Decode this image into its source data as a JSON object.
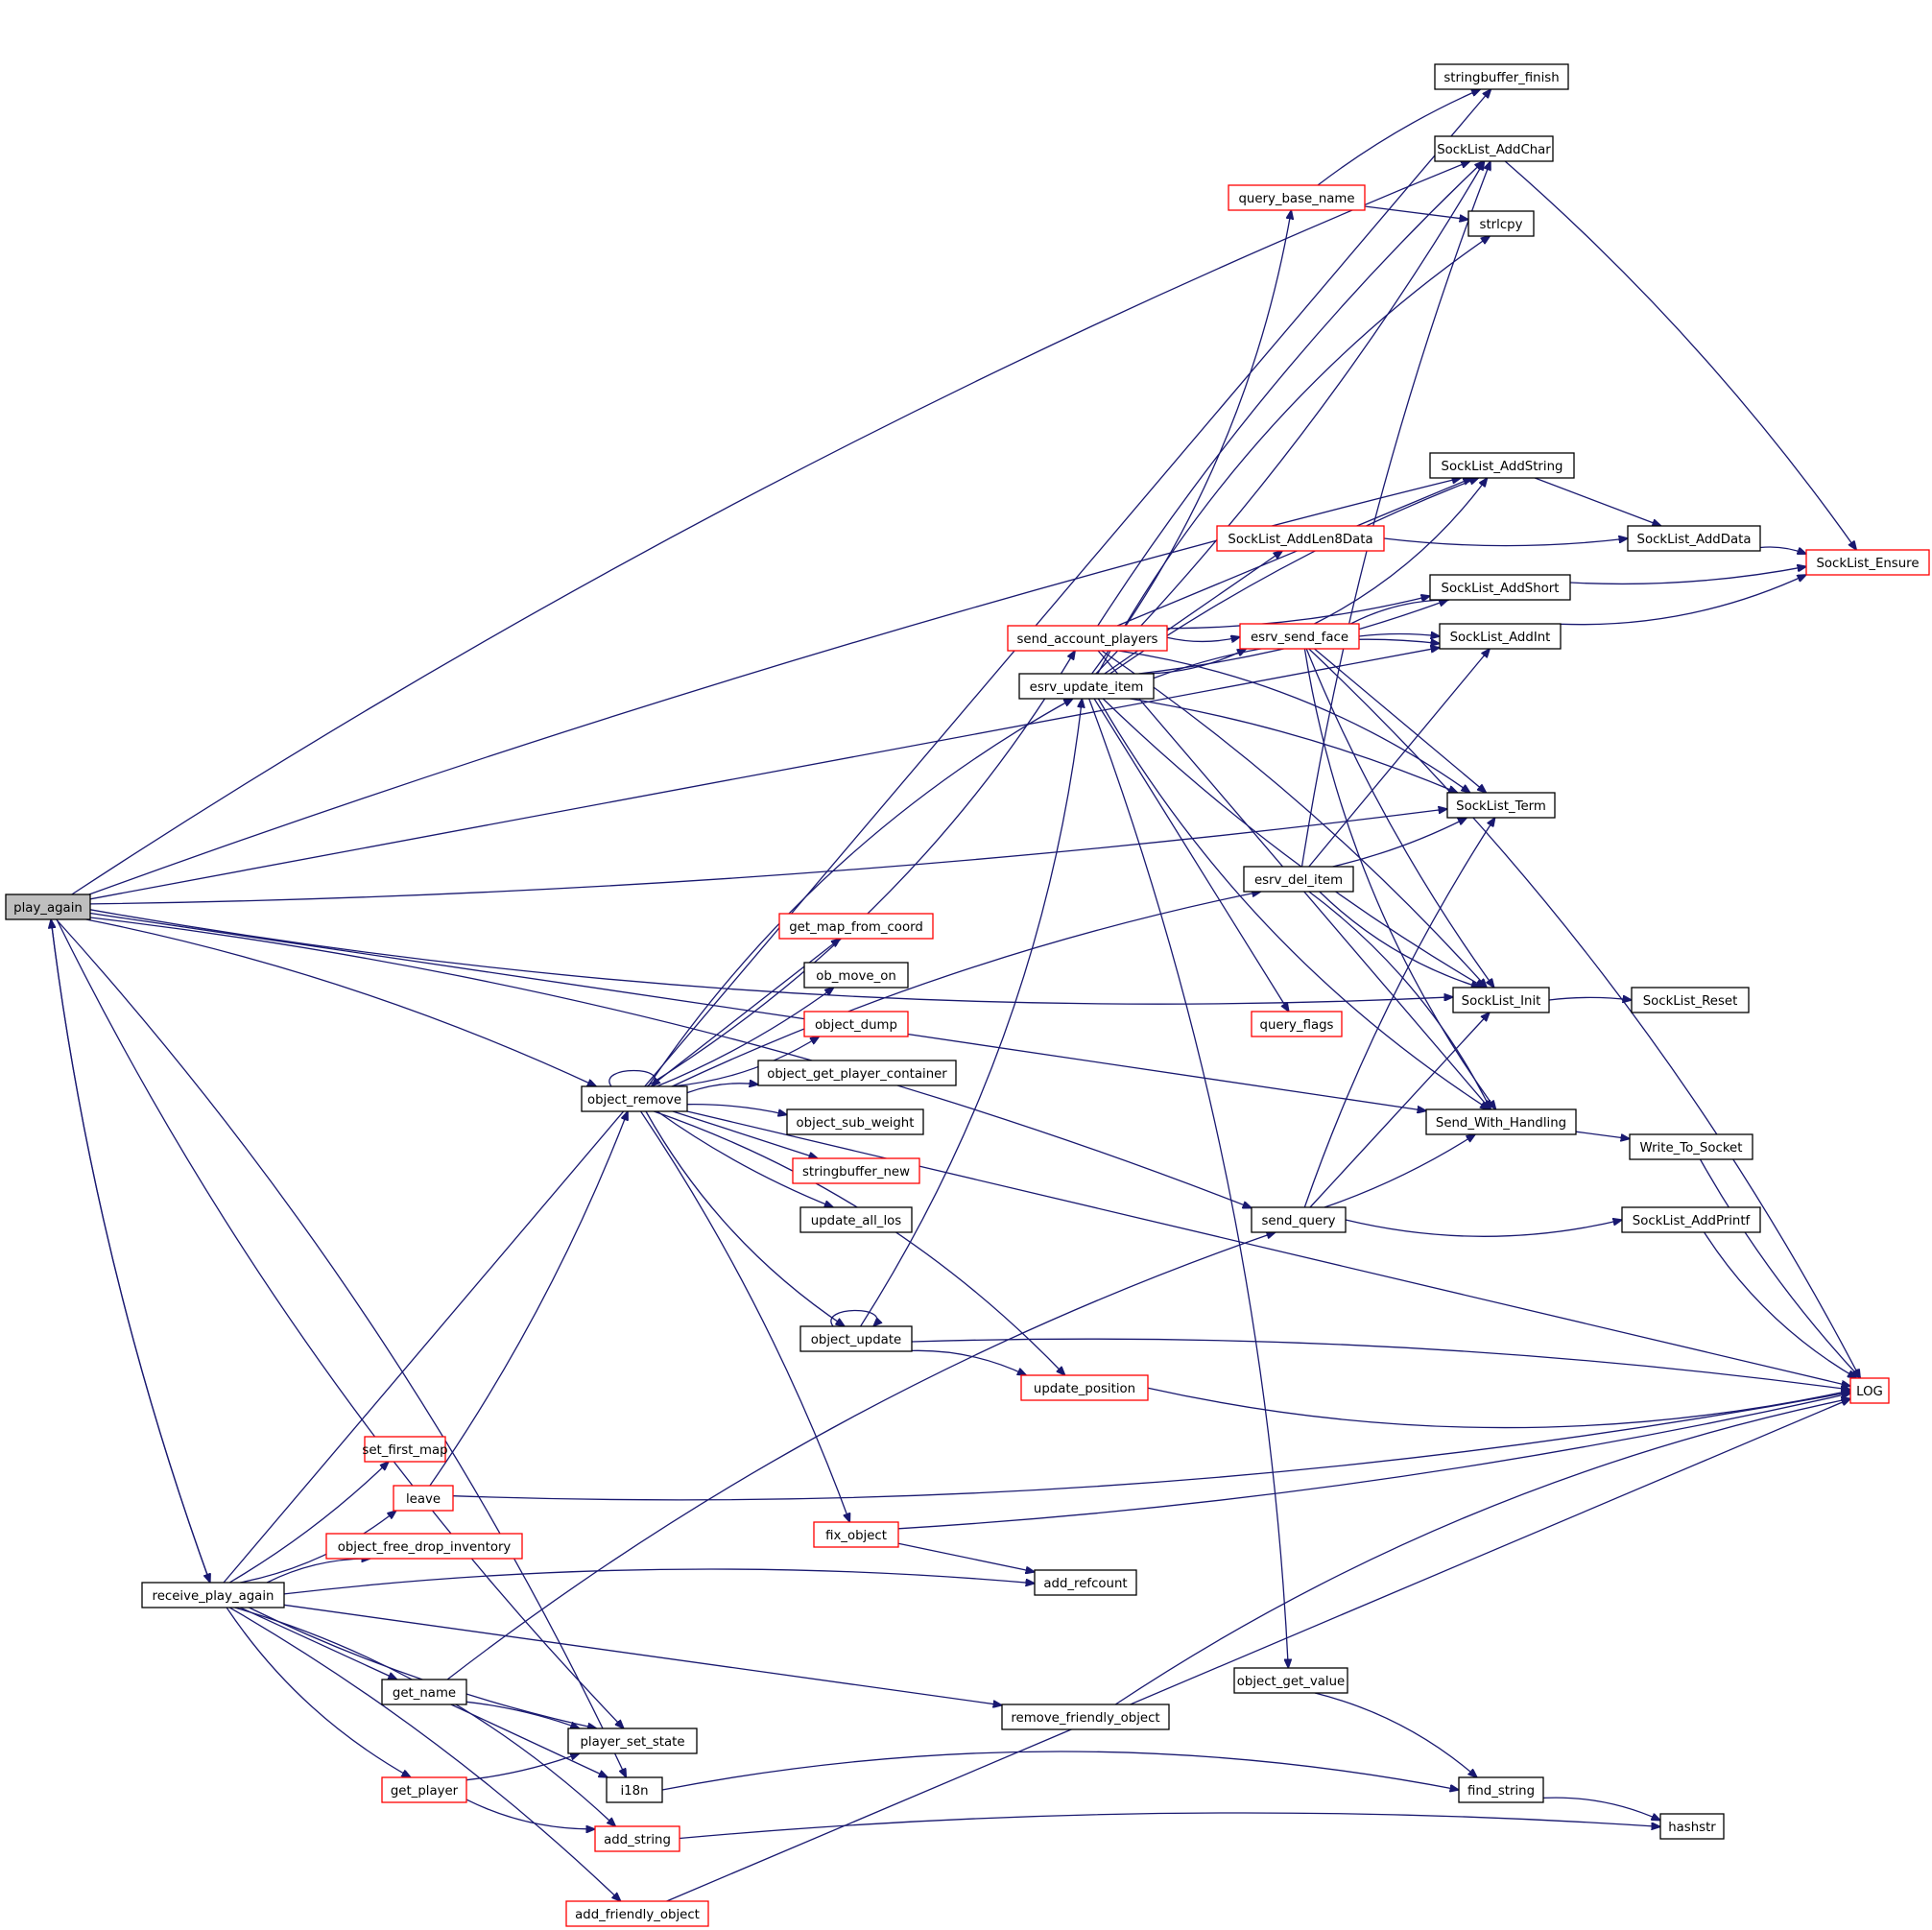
{
  "graph": {
    "kind": "call-graph",
    "colors": {
      "edge": "#191970",
      "node_border": "#000000",
      "truncated_node_border": "#ff0000",
      "root_fill": "#bfbfbf",
      "node_fill": "#ffffff"
    },
    "nodes": [
      {
        "id": "play_again",
        "label": "play_again",
        "style": "root"
      },
      {
        "id": "receive_play_again",
        "label": "receive_play_again",
        "style": "normal"
      },
      {
        "id": "object_remove",
        "label": "object_remove",
        "style": "normal"
      },
      {
        "id": "set_first_map",
        "label": "set_first_map",
        "style": "truncated"
      },
      {
        "id": "leave",
        "label": "leave",
        "style": "truncated"
      },
      {
        "id": "object_free_drop_inventory",
        "label": "object_free_drop_inventory",
        "style": "truncated"
      },
      {
        "id": "get_name",
        "label": "get_name",
        "style": "normal"
      },
      {
        "id": "player_set_state",
        "label": "player_set_state",
        "style": "normal"
      },
      {
        "id": "get_player",
        "label": "get_player",
        "style": "truncated"
      },
      {
        "id": "i18n",
        "label": "i18n",
        "style": "normal"
      },
      {
        "id": "add_string",
        "label": "add_string",
        "style": "truncated"
      },
      {
        "id": "add_friendly_object",
        "label": "add_friendly_object",
        "style": "truncated"
      },
      {
        "id": "get_map_from_coord",
        "label": "get_map_from_coord",
        "style": "truncated"
      },
      {
        "id": "ob_move_on",
        "label": "ob_move_on",
        "style": "normal"
      },
      {
        "id": "object_dump",
        "label": "object_dump",
        "style": "truncated"
      },
      {
        "id": "object_get_player_container",
        "label": "object_get_player_container",
        "style": "normal"
      },
      {
        "id": "object_sub_weight",
        "label": "object_sub_weight",
        "style": "normal"
      },
      {
        "id": "stringbuffer_new",
        "label": "stringbuffer_new",
        "style": "truncated"
      },
      {
        "id": "update_all_los",
        "label": "update_all_los",
        "style": "normal"
      },
      {
        "id": "object_update",
        "label": "object_update",
        "style": "normal"
      },
      {
        "id": "fix_object",
        "label": "fix_object",
        "style": "truncated"
      },
      {
        "id": "add_refcount",
        "label": "add_refcount",
        "style": "normal"
      },
      {
        "id": "update_position",
        "label": "update_position",
        "style": "truncated"
      },
      {
        "id": "remove_friendly_object",
        "label": "remove_friendly_object",
        "style": "normal"
      },
      {
        "id": "send_account_players",
        "label": "send_account_players",
        "style": "truncated"
      },
      {
        "id": "esrv_update_item",
        "label": "esrv_update_item",
        "style": "normal"
      },
      {
        "id": "query_base_name",
        "label": "query_base_name",
        "style": "truncated"
      },
      {
        "id": "query_flags",
        "label": "query_flags",
        "style": "truncated"
      },
      {
        "id": "object_get_value",
        "label": "object_get_value",
        "style": "normal"
      },
      {
        "id": "SockList_AddLen8Data",
        "label": "SockList_AddLen8Data",
        "style": "truncated"
      },
      {
        "id": "esrv_send_face",
        "label": "esrv_send_face",
        "style": "truncated"
      },
      {
        "id": "esrv_del_item",
        "label": "esrv_del_item",
        "style": "normal"
      },
      {
        "id": "send_query",
        "label": "send_query",
        "style": "normal"
      },
      {
        "id": "stringbuffer_finish",
        "label": "stringbuffer_finish",
        "style": "normal"
      },
      {
        "id": "SockList_AddChar",
        "label": "SockList_AddChar",
        "style": "normal"
      },
      {
        "id": "strlcpy",
        "label": "strlcpy",
        "style": "normal"
      },
      {
        "id": "SockList_AddString",
        "label": "SockList_AddString",
        "style": "normal"
      },
      {
        "id": "SockList_AddShort",
        "label": "SockList_AddShort",
        "style": "normal"
      },
      {
        "id": "SockList_AddInt",
        "label": "SockList_AddInt",
        "style": "normal"
      },
      {
        "id": "SockList_Term",
        "label": "SockList_Term",
        "style": "normal"
      },
      {
        "id": "SockList_Init",
        "label": "SockList_Init",
        "style": "normal"
      },
      {
        "id": "Send_With_Handling",
        "label": "Send_With_Handling",
        "style": "normal"
      },
      {
        "id": "find_string",
        "label": "find_string",
        "style": "normal"
      },
      {
        "id": "SockList_AddData",
        "label": "SockList_AddData",
        "style": "normal"
      },
      {
        "id": "SockList_Reset",
        "label": "SockList_Reset",
        "style": "normal"
      },
      {
        "id": "Write_To_Socket",
        "label": "Write_To_Socket",
        "style": "normal"
      },
      {
        "id": "SockList_AddPrintf",
        "label": "SockList_AddPrintf",
        "style": "normal"
      },
      {
        "id": "hashstr",
        "label": "hashstr",
        "style": "normal"
      },
      {
        "id": "SockList_Ensure",
        "label": "SockList_Ensure",
        "style": "truncated"
      },
      {
        "id": "LOG",
        "label": "LOG",
        "style": "truncated"
      }
    ],
    "edges": [
      [
        "play_again",
        "SockList_AddChar"
      ],
      [
        "play_again",
        "SockList_AddString"
      ],
      [
        "play_again",
        "SockList_AddInt"
      ],
      [
        "play_again",
        "SockList_Term"
      ],
      [
        "play_again",
        "SockList_Init"
      ],
      [
        "play_again",
        "send_query"
      ],
      [
        "play_again",
        "object_remove"
      ],
      [
        "play_again",
        "Send_With_Handling"
      ],
      [
        "play_again",
        "receive_play_again"
      ],
      [
        "play_again",
        "player_set_state"
      ],
      [
        "play_again",
        "i18n"
      ],
      [
        "receive_play_again",
        "play_again"
      ],
      [
        "receive_play_again",
        "stringbuffer_finish"
      ],
      [
        "receive_play_again",
        "set_first_map"
      ],
      [
        "receive_play_again",
        "leave"
      ],
      [
        "receive_play_again",
        "object_free_drop_inventory"
      ],
      [
        "receive_play_again",
        "add_refcount"
      ],
      [
        "receive_play_again",
        "get_name"
      ],
      [
        "receive_play_again",
        "player_set_state"
      ],
      [
        "receive_play_again",
        "get_player"
      ],
      [
        "receive_play_again",
        "add_string"
      ],
      [
        "receive_play_again",
        "add_friendly_object"
      ],
      [
        "receive_play_again",
        "remove_friendly_object"
      ],
      [
        "object_remove",
        "object_remove"
      ],
      [
        "object_remove",
        "send_account_players"
      ],
      [
        "object_remove",
        "esrv_update_item"
      ],
      [
        "object_remove",
        "esrv_del_item"
      ],
      [
        "object_remove",
        "get_map_from_coord"
      ],
      [
        "object_remove",
        "ob_move_on"
      ],
      [
        "object_remove",
        "object_dump"
      ],
      [
        "object_remove",
        "object_get_player_container"
      ],
      [
        "object_remove",
        "object_sub_weight"
      ],
      [
        "object_remove",
        "stringbuffer_new"
      ],
      [
        "object_remove",
        "update_all_los"
      ],
      [
        "object_remove",
        "object_update"
      ],
      [
        "object_remove",
        "update_position"
      ],
      [
        "object_remove",
        "fix_object"
      ],
      [
        "object_remove",
        "LOG"
      ],
      [
        "leave",
        "object_remove"
      ],
      [
        "leave",
        "LOG"
      ],
      [
        "get_name",
        "send_query"
      ],
      [
        "get_name",
        "player_set_state"
      ],
      [
        "get_name",
        "i18n"
      ],
      [
        "get_player",
        "player_set_state"
      ],
      [
        "get_player",
        "add_string"
      ],
      [
        "i18n",
        "find_string"
      ],
      [
        "add_string",
        "hashstr"
      ],
      [
        "add_friendly_object",
        "LOG"
      ],
      [
        "object_update",
        "object_update"
      ],
      [
        "object_update",
        "esrv_update_item"
      ],
      [
        "object_update",
        "update_position"
      ],
      [
        "object_update",
        "LOG"
      ],
      [
        "fix_object",
        "add_refcount"
      ],
      [
        "fix_object",
        "LOG"
      ],
      [
        "update_position",
        "LOG"
      ],
      [
        "remove_friendly_object",
        "LOG"
      ],
      [
        "send_account_players",
        "SockList_AddChar"
      ],
      [
        "send_account_players",
        "SockList_AddString"
      ],
      [
        "send_account_players",
        "SockList_AddShort"
      ],
      [
        "send_account_players",
        "esrv_send_face"
      ],
      [
        "send_account_players",
        "SockList_Term"
      ],
      [
        "send_account_players",
        "SockList_Init"
      ],
      [
        "send_account_players",
        "Send_With_Handling"
      ],
      [
        "esrv_update_item",
        "SockList_AddChar"
      ],
      [
        "esrv_update_item",
        "query_base_name"
      ],
      [
        "esrv_update_item",
        "strlcpy"
      ],
      [
        "esrv_update_item",
        "SockList_AddString"
      ],
      [
        "esrv_update_item",
        "SockList_AddLen8Data"
      ],
      [
        "esrv_update_item",
        "SockList_AddShort"
      ],
      [
        "esrv_update_item",
        "esrv_send_face"
      ],
      [
        "esrv_update_item",
        "SockList_AddInt"
      ],
      [
        "esrv_update_item",
        "SockList_Term"
      ],
      [
        "esrv_update_item",
        "query_flags"
      ],
      [
        "esrv_update_item",
        "SockList_Init"
      ],
      [
        "esrv_update_item",
        "Send_With_Handling"
      ],
      [
        "esrv_update_item",
        "object_get_value"
      ],
      [
        "query_base_name",
        "stringbuffer_finish"
      ],
      [
        "query_base_name",
        "strlcpy"
      ],
      [
        "SockList_AddLen8Data",
        "SockList_AddData"
      ],
      [
        "esrv_send_face",
        "SockList_AddString"
      ],
      [
        "esrv_send_face",
        "SockList_AddShort"
      ],
      [
        "esrv_send_face",
        "SockList_AddInt"
      ],
      [
        "esrv_send_face",
        "SockList_Term"
      ],
      [
        "esrv_send_face",
        "SockList_Init"
      ],
      [
        "esrv_send_face",
        "Send_With_Handling"
      ],
      [
        "esrv_send_face",
        "LOG"
      ],
      [
        "esrv_del_item",
        "SockList_AddChar"
      ],
      [
        "esrv_del_item",
        "SockList_AddInt"
      ],
      [
        "esrv_del_item",
        "SockList_Term"
      ],
      [
        "esrv_del_item",
        "SockList_Init"
      ],
      [
        "esrv_del_item",
        "Send_With_Handling"
      ],
      [
        "send_query",
        "SockList_Term"
      ],
      [
        "send_query",
        "SockList_Init"
      ],
      [
        "send_query",
        "Send_With_Handling"
      ],
      [
        "send_query",
        "SockList_AddPrintf"
      ],
      [
        "object_get_value",
        "find_string"
      ],
      [
        "SockList_AddChar",
        "SockList_Ensure"
      ],
      [
        "SockList_AddString",
        "SockList_AddData"
      ],
      [
        "SockList_AddShort",
        "SockList_Ensure"
      ],
      [
        "SockList_AddInt",
        "SockList_Ensure"
      ],
      [
        "SockList_AddData",
        "SockList_Ensure"
      ],
      [
        "SockList_Init",
        "SockList_Reset"
      ],
      [
        "Send_With_Handling",
        "Write_To_Socket"
      ],
      [
        "Write_To_Socket",
        "LOG"
      ],
      [
        "SockList_AddPrintf",
        "LOG"
      ],
      [
        "find_string",
        "hashstr"
      ]
    ]
  }
}
